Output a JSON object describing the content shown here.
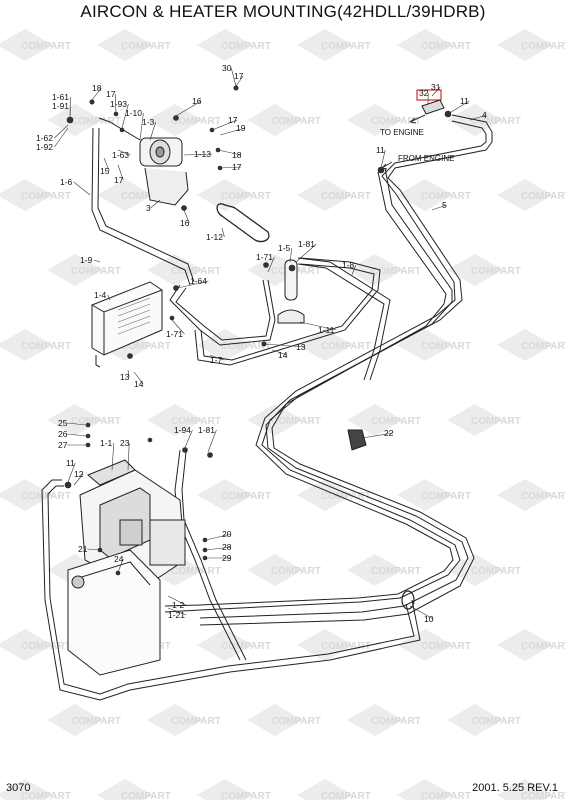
{
  "title": "AIRCON & HEATER MOUNTING(42HDLL/39HDRB)",
  "footer": {
    "page": "3070",
    "revision": "2001. 5.25  REV.1"
  },
  "watermark": {
    "text": "COMPART"
  },
  "notes": {
    "to_engine": "TO ENGINE",
    "from_engine": "FROM ENGINE"
  },
  "callouts": [
    {
      "id": "c-1-61",
      "label": "1-61"
    },
    {
      "id": "c-1-91",
      "label": "1-91"
    },
    {
      "id": "c-18a",
      "label": "18"
    },
    {
      "id": "c-17a",
      "label": "17"
    },
    {
      "id": "c-1-93",
      "label": "1-93"
    },
    {
      "id": "c-1-10",
      "label": "1-10"
    },
    {
      "id": "c-1-3",
      "label": "1-3"
    },
    {
      "id": "c-16a",
      "label": "16"
    },
    {
      "id": "c-30",
      "label": "30"
    },
    {
      "id": "c-17b",
      "label": "17"
    },
    {
      "id": "c-17c",
      "label": "17"
    },
    {
      "id": "c-19",
      "label": "19"
    },
    {
      "id": "c-1-62",
      "label": "1-62"
    },
    {
      "id": "c-1-92",
      "label": "1-92"
    },
    {
      "id": "c-15",
      "label": "15"
    },
    {
      "id": "c-1-63",
      "label": "1-63"
    },
    {
      "id": "c-17d",
      "label": "17"
    },
    {
      "id": "c-1-13",
      "label": "1-13"
    },
    {
      "id": "c-18b",
      "label": "18"
    },
    {
      "id": "c-17e",
      "label": "17"
    },
    {
      "id": "c-1-6",
      "label": "1-6"
    },
    {
      "id": "c-3",
      "label": "3"
    },
    {
      "id": "c-16b",
      "label": "16"
    },
    {
      "id": "c-1-12",
      "label": "1-12"
    },
    {
      "id": "c-1-9",
      "label": "1-9"
    },
    {
      "id": "c-1-5",
      "label": "1-5"
    },
    {
      "id": "c-1-81a",
      "label": "1-81"
    },
    {
      "id": "c-1-71a",
      "label": "1-71"
    },
    {
      "id": "c-1-8",
      "label": "1-8"
    },
    {
      "id": "c-1-64",
      "label": "1-64"
    },
    {
      "id": "c-1-4",
      "label": "1-4"
    },
    {
      "id": "c-1-71b",
      "label": "1-71"
    },
    {
      "id": "c-1-11",
      "label": "1-11"
    },
    {
      "id": "c-13a",
      "label": "13"
    },
    {
      "id": "c-14a",
      "label": "14"
    },
    {
      "id": "c-1-7",
      "label": "1-7"
    },
    {
      "id": "c-13b",
      "label": "13"
    },
    {
      "id": "c-14b",
      "label": "14"
    },
    {
      "id": "c-31",
      "label": "31"
    },
    {
      "id": "c-32",
      "label": "32"
    },
    {
      "id": "c-11a",
      "label": "11"
    },
    {
      "id": "c-4",
      "label": "4"
    },
    {
      "id": "c-11b",
      "label": "11"
    },
    {
      "id": "c-5",
      "label": "5"
    },
    {
      "id": "c-25",
      "label": "25"
    },
    {
      "id": "c-26",
      "label": "26"
    },
    {
      "id": "c-27",
      "label": "27"
    },
    {
      "id": "c-1-1",
      "label": "1-1"
    },
    {
      "id": "c-23",
      "label": "23"
    },
    {
      "id": "c-1-94",
      "label": "1-94"
    },
    {
      "id": "c-1-81b",
      "label": "1-81"
    },
    {
      "id": "c-22",
      "label": "22"
    },
    {
      "id": "c-11c",
      "label": "11"
    },
    {
      "id": "c-12",
      "label": "12"
    },
    {
      "id": "c-20",
      "label": "20"
    },
    {
      "id": "c-28",
      "label": "28"
    },
    {
      "id": "c-29",
      "label": "29"
    },
    {
      "id": "c-21",
      "label": "21"
    },
    {
      "id": "c-24",
      "label": "24"
    },
    {
      "id": "c-1-2",
      "label": "1-2"
    },
    {
      "id": "c-1-21",
      "label": "1-21"
    },
    {
      "id": "c-10",
      "label": "10"
    }
  ]
}
